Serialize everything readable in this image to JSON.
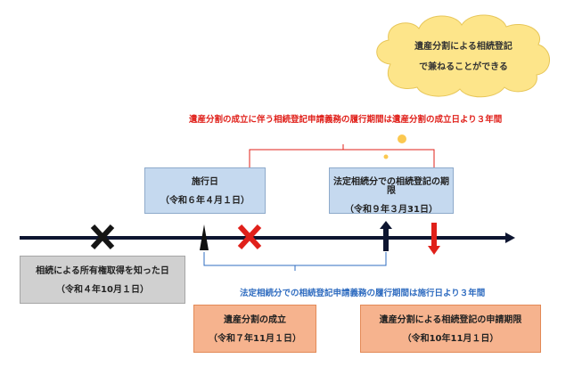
{
  "cloud": {
    "line1": "遺産分割による相続登記",
    "line2": "で兼ねることができる"
  },
  "red_note": "遺産分割の成立に伴う相続登記申請義務の履行期間は遺産分割の成立日より３年間",
  "blue_note": "法定相続分での相続登記申請義務の履行期間は施行日より３年間",
  "boxes": {
    "enforcement": {
      "title": "施行日",
      "date": "（令和６年４月１日）"
    },
    "statutory_deadline": {
      "title": "法定相続分での相続登記の期限",
      "date": "（令和９年３月31日）"
    },
    "acquisition_known": {
      "title": "相続による所有権取得を知った日",
      "date": "（令和４年10月１日）"
    },
    "partition_established": {
      "title": "遺産分割の成立",
      "date": "（令和７年11月１日）"
    },
    "partition_deadline": {
      "title": "遺産分割による相続登記の申請期限",
      "date": "（令和10年11月１日）"
    }
  },
  "colors": {
    "timeline": "#0d1530",
    "red": "#e0201a",
    "blue": "#2f6cc0",
    "cloud": "#fde58a",
    "bubble": "#fbc850"
  },
  "icons": [
    "cross-black-icon",
    "cross-red-icon",
    "triangle-marker-icon",
    "arrow-up-icon",
    "arrow-down-red-icon"
  ]
}
